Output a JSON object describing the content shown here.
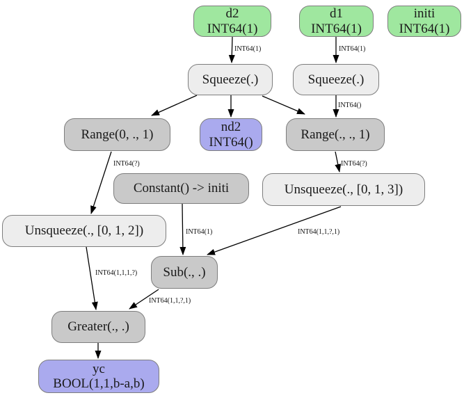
{
  "graph": {
    "kind": "onnx-computation-graph",
    "colors": {
      "input_fill": "#9fe79f",
      "result_fill": "#aaaaee",
      "op_light_fill": "#ededed",
      "op_dark_fill": "#c9c9c9",
      "node_border": "#7d7d7d",
      "edge_stroke": "#000000",
      "background": "#ffffff"
    },
    "nodes": {
      "d2": {
        "label": "d2\nINT64(1)",
        "kind": "input"
      },
      "d1": {
        "label": "d1\nINT64(1)",
        "kind": "input"
      },
      "initi": {
        "label": "initi\nINT64(1)",
        "kind": "input"
      },
      "squeeze_left": {
        "label": "Squeeze(.)",
        "kind": "op"
      },
      "squeeze_right": {
        "label": "Squeeze(.)",
        "kind": "op"
      },
      "range_left": {
        "label": "Range(0, ., 1)",
        "kind": "op"
      },
      "nd2": {
        "label": "nd2\nINT64()",
        "kind": "result"
      },
      "range_right": {
        "label": "Range(., ., 1)",
        "kind": "op"
      },
      "constant": {
        "label": "Constant() -> initi",
        "kind": "op"
      },
      "unsqueeze_013": {
        "label": "Unsqueeze(., [0, 1, 3])",
        "kind": "op"
      },
      "unsqueeze_012": {
        "label": "Unsqueeze(., [0, 1, 2])",
        "kind": "op"
      },
      "sub": {
        "label": "Sub(., .)",
        "kind": "op"
      },
      "greater": {
        "label": "Greater(., .)",
        "kind": "op"
      },
      "yc": {
        "label": "yc\nBOOL(1,1,b-a,b)",
        "kind": "result"
      }
    },
    "edge_labels": {
      "d2_to_squeeze": "INT64(1)",
      "d1_to_squeeze": "INT64(1)",
      "squeeze_to_range": "INT64()",
      "range_left_to_unsqueeze": "INT64(?)",
      "range_right_to_unsqueeze": "INT64(?)",
      "constant_to_sub": "INT64(1)",
      "unsqueeze013_to_sub": "INT64(1,1,?,1)",
      "unsqueeze012_to_greater": "INT64(1,1,1,?)",
      "sub_to_greater": "INT64(1,1,?,1)"
    }
  }
}
